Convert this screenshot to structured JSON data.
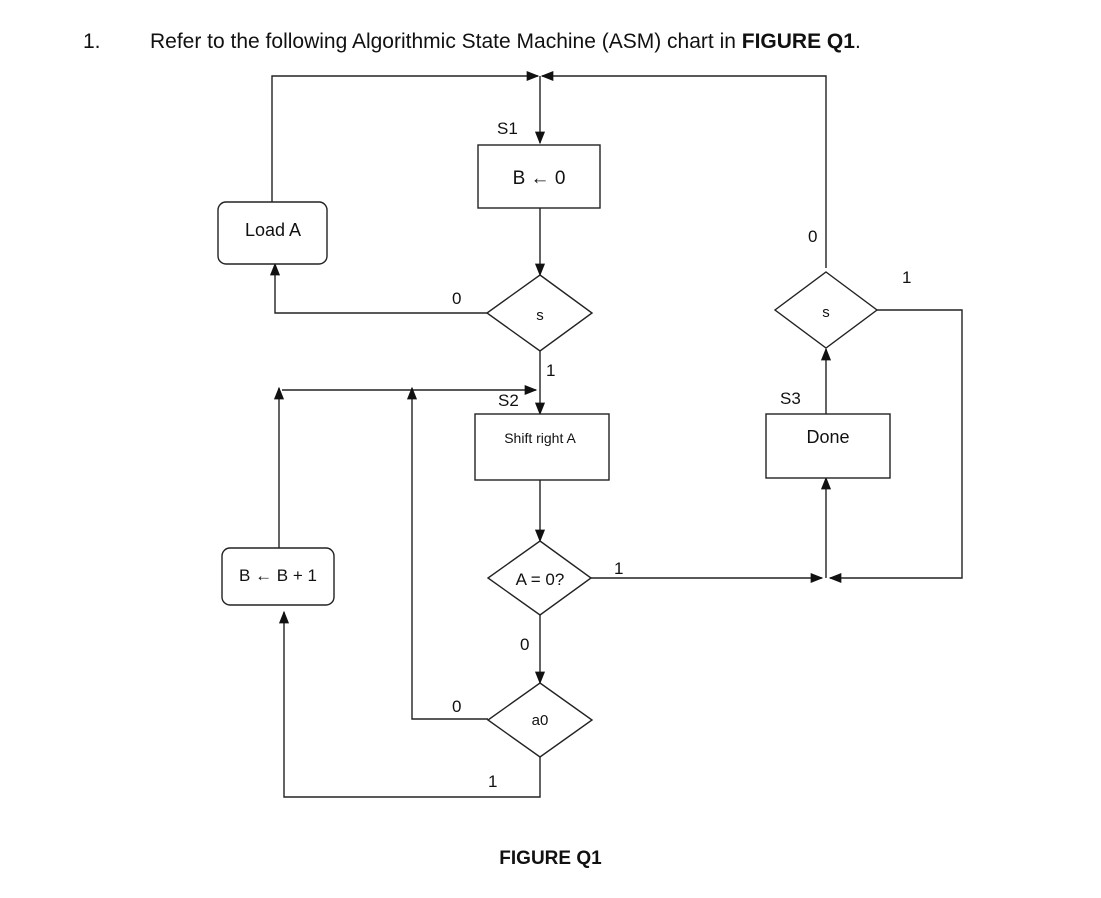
{
  "question": {
    "number": "1.",
    "text_before": "Refer to the following Algorithmic State Machine (ASM) chart in ",
    "figure_ref": "FIGURE Q1",
    "text_after": "."
  },
  "diagram": {
    "states": [
      {
        "label": "S1",
        "action": "B ← 0"
      },
      {
        "label": "S2",
        "action": "Shift right A"
      },
      {
        "label": "S3",
        "action": "Done"
      }
    ],
    "decisions": [
      {
        "condition": "s",
        "branch_0": "0",
        "branch_1": "1"
      },
      {
        "condition": "A = 0?",
        "branch_0": "0",
        "branch_1": "1"
      },
      {
        "condition": "a0",
        "branch_0": "0",
        "branch_1": "1"
      },
      {
        "condition": "s",
        "branch_0": "0",
        "branch_1": "1"
      }
    ],
    "conditional_outputs": [
      {
        "action": "Load A"
      },
      {
        "action": "B ← B + 1"
      }
    ],
    "caption": "FIGURE Q1"
  }
}
